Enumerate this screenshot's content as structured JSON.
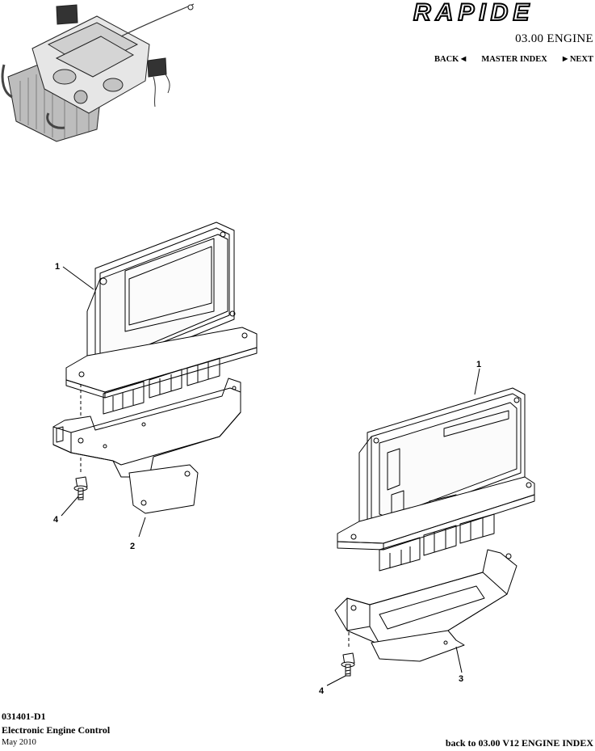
{
  "brand": {
    "name": "RAPIDE"
  },
  "header": {
    "section_title": "03.00 ENGINE",
    "nav": {
      "back": "BACK",
      "master_index": "MASTER INDEX",
      "next": "NEXT"
    }
  },
  "diagram": {
    "callouts": [
      "1",
      "2",
      "4",
      "1",
      "3",
      "4"
    ]
  },
  "footer": {
    "code": "031401-D1",
    "title": "Electronic Engine Control",
    "date": "May 2010",
    "back_link": "back to 03.00 V12 ENGINE INDEX"
  }
}
